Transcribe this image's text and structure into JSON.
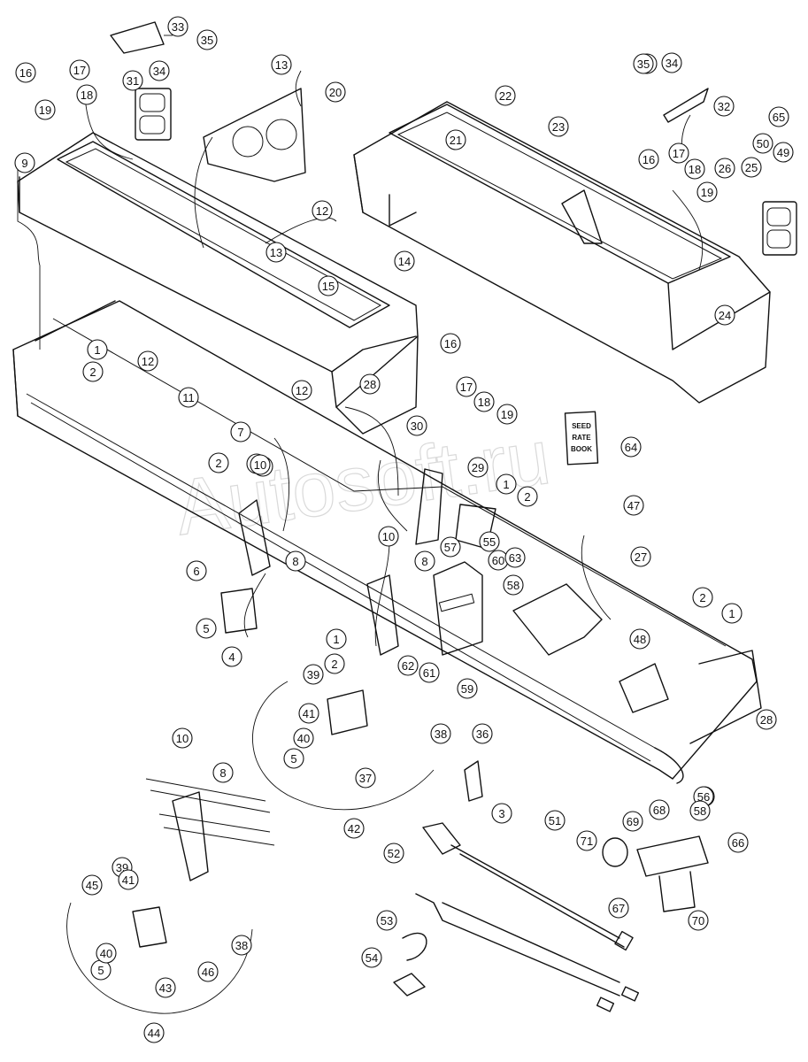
{
  "diagram": {
    "watermark": "Autosoft.ru",
    "sign": {
      "line1": "SEED",
      "line2": "RATE",
      "line3": "BOOK"
    },
    "callouts": [
      {
        "n": "1"
      },
      {
        "n": "2"
      },
      {
        "n": "3"
      },
      {
        "n": "4"
      },
      {
        "n": "5"
      },
      {
        "n": "6"
      },
      {
        "n": "7"
      },
      {
        "n": "8"
      },
      {
        "n": "9"
      },
      {
        "n": "10"
      },
      {
        "n": "11"
      },
      {
        "n": "12"
      },
      {
        "n": "13"
      },
      {
        "n": "14"
      },
      {
        "n": "15"
      },
      {
        "n": "16"
      },
      {
        "n": "17"
      },
      {
        "n": "18"
      },
      {
        "n": "19"
      },
      {
        "n": "20"
      },
      {
        "n": "21"
      },
      {
        "n": "22"
      },
      {
        "n": "23"
      },
      {
        "n": "24"
      },
      {
        "n": "25"
      },
      {
        "n": "26"
      },
      {
        "n": "27"
      },
      {
        "n": "28"
      },
      {
        "n": "29"
      },
      {
        "n": "30"
      },
      {
        "n": "31"
      },
      {
        "n": "32"
      },
      {
        "n": "33"
      },
      {
        "n": "34"
      },
      {
        "n": "35"
      },
      {
        "n": "36"
      },
      {
        "n": "37"
      },
      {
        "n": "38"
      },
      {
        "n": "39"
      },
      {
        "n": "40"
      },
      {
        "n": "41"
      },
      {
        "n": "42"
      },
      {
        "n": "43"
      },
      {
        "n": "44"
      },
      {
        "n": "45"
      },
      {
        "n": "46"
      },
      {
        "n": "47"
      },
      {
        "n": "48"
      },
      {
        "n": "49"
      },
      {
        "n": "50"
      },
      {
        "n": "51"
      },
      {
        "n": "52"
      },
      {
        "n": "53"
      },
      {
        "n": "54"
      },
      {
        "n": "55"
      },
      {
        "n": "56"
      },
      {
        "n": "57"
      },
      {
        "n": "58"
      },
      {
        "n": "59"
      },
      {
        "n": "60"
      },
      {
        "n": "61"
      },
      {
        "n": "62"
      },
      {
        "n": "63"
      },
      {
        "n": "64"
      },
      {
        "n": "65"
      },
      {
        "n": "66"
      },
      {
        "n": "67"
      },
      {
        "n": "68"
      },
      {
        "n": "69"
      },
      {
        "n": "70"
      },
      {
        "n": "71"
      },
      {
        "n": "1"
      },
      {
        "n": "2"
      },
      {
        "n": "1"
      },
      {
        "n": "2"
      },
      {
        "n": "1"
      },
      {
        "n": "2"
      },
      {
        "n": "1"
      },
      {
        "n": "2"
      },
      {
        "n": "5"
      },
      {
        "n": "5"
      },
      {
        "n": "8"
      },
      {
        "n": "8"
      },
      {
        "n": "10"
      },
      {
        "n": "10"
      },
      {
        "n": "10"
      },
      {
        "n": "12"
      },
      {
        "n": "12"
      },
      {
        "n": "13"
      },
      {
        "n": "16"
      },
      {
        "n": "17"
      },
      {
        "n": "18"
      },
      {
        "n": "19"
      },
      {
        "n": "16"
      },
      {
        "n": "17"
      },
      {
        "n": "18"
      },
      {
        "n": "19"
      },
      {
        "n": "28"
      },
      {
        "n": "33"
      },
      {
        "n": "34"
      },
      {
        "n": "35"
      },
      {
        "n": "38"
      },
      {
        "n": "39"
      },
      {
        "n": "40"
      },
      {
        "n": "41"
      },
      {
        "n": "56"
      },
      {
        "n": "58"
      }
    ]
  }
}
